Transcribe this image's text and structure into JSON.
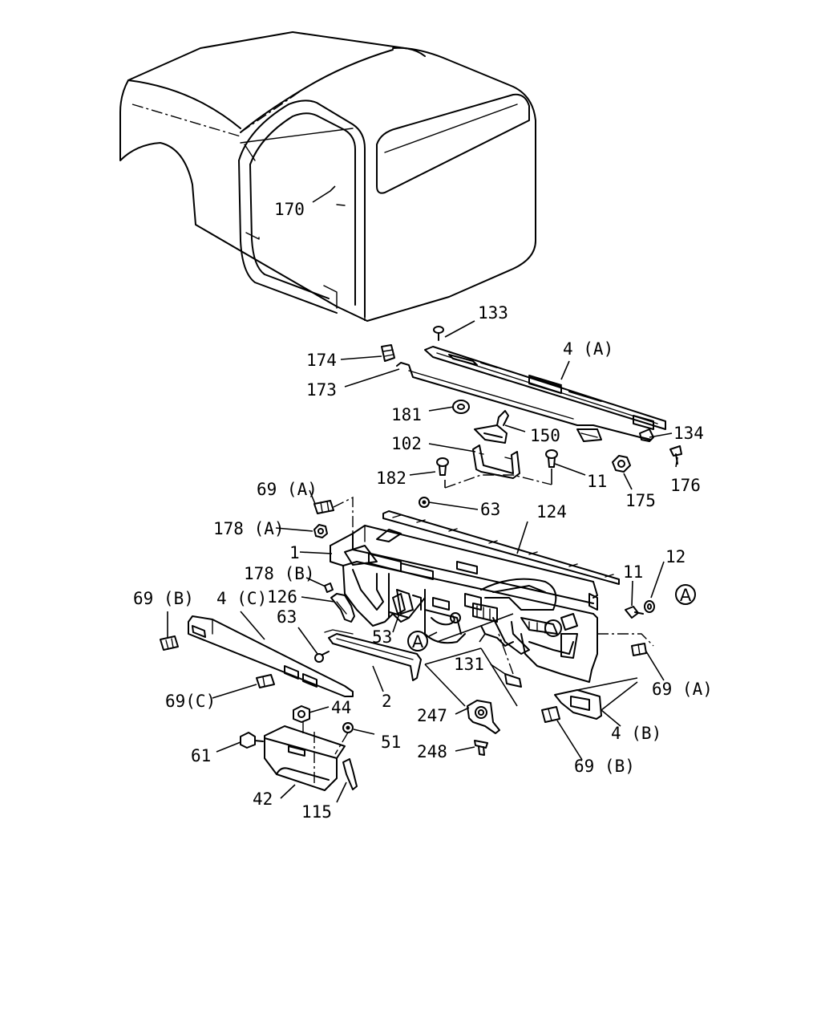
{
  "callouts": [
    {
      "id": "170",
      "text": "170"
    },
    {
      "id": "133",
      "text": "133"
    },
    {
      "id": "174",
      "text": "174"
    },
    {
      "id": "4a",
      "text": "4 (A)"
    },
    {
      "id": "173",
      "text": "173"
    },
    {
      "id": "181",
      "text": "181"
    },
    {
      "id": "150",
      "text": "150"
    },
    {
      "id": "134",
      "text": "134"
    },
    {
      "id": "102",
      "text": "102"
    },
    {
      "id": "182",
      "text": "182"
    },
    {
      "id": "11a",
      "text": "11"
    },
    {
      "id": "176",
      "text": "176"
    },
    {
      "id": "175",
      "text": "175"
    },
    {
      "id": "69a1",
      "text": "69 (A)"
    },
    {
      "id": "63a",
      "text": "63"
    },
    {
      "id": "124",
      "text": "124"
    },
    {
      "id": "178a",
      "text": "178 (A)"
    },
    {
      "id": "1",
      "text": "1"
    },
    {
      "id": "12",
      "text": "12"
    },
    {
      "id": "178b",
      "text": "178 (B)"
    },
    {
      "id": "11b",
      "text": "11"
    },
    {
      "id": "69b1",
      "text": "69 (B)"
    },
    {
      "id": "4c",
      "text": "4 (C)"
    },
    {
      "id": "126",
      "text": "126"
    },
    {
      "id": "63b",
      "text": "63"
    },
    {
      "id": "53",
      "text": "53"
    },
    {
      "id": "131",
      "text": "131"
    },
    {
      "id": "69a2",
      "text": "69 (A)"
    },
    {
      "id": "69c",
      "text": "69(C)"
    },
    {
      "id": "2",
      "text": "2"
    },
    {
      "id": "44",
      "text": "44"
    },
    {
      "id": "247",
      "text": "247"
    },
    {
      "id": "4b",
      "text": "4 (B)"
    },
    {
      "id": "51",
      "text": "51"
    },
    {
      "id": "61",
      "text": "61"
    },
    {
      "id": "248",
      "text": "248"
    },
    {
      "id": "69b2",
      "text": "69 (B)"
    },
    {
      "id": "42",
      "text": "42"
    },
    {
      "id": "115",
      "text": "115"
    }
  ],
  "reference_marks": [
    {
      "id": "a1",
      "text": "A"
    },
    {
      "id": "a2",
      "text": "A"
    }
  ]
}
